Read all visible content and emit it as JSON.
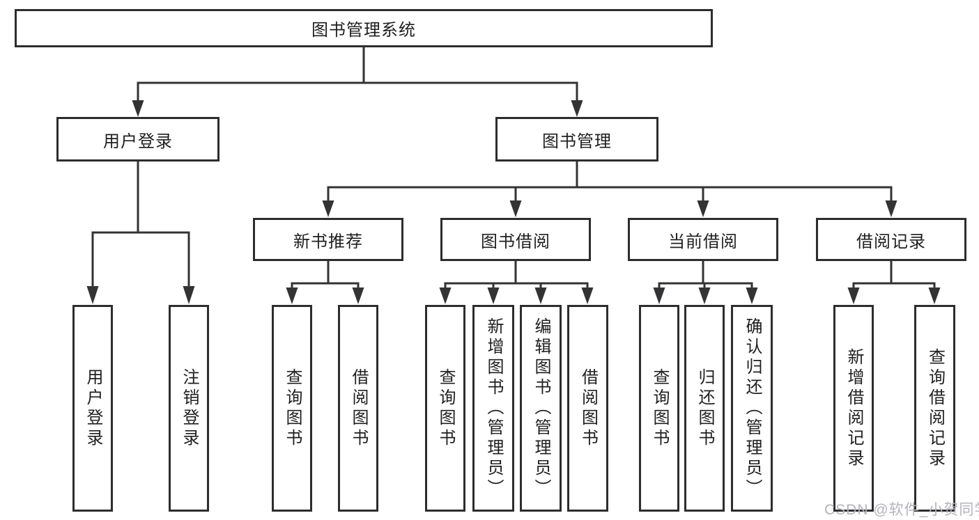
{
  "tree": {
    "root": {
      "label": "图书管理系统"
    },
    "branches": [
      {
        "label": "用户登录",
        "children": [
          {
            "label": "用户登录"
          },
          {
            "label": "注销登录"
          }
        ]
      },
      {
        "label": "图书管理",
        "children": [
          {
            "label": "新书推荐",
            "children": [
              {
                "label": "查询图书"
              },
              {
                "label": "借阅图书"
              }
            ]
          },
          {
            "label": "图书借阅",
            "children": [
              {
                "label": "查询图书"
              },
              {
                "label": "新增图书（管理员）"
              },
              {
                "label": "编辑图书（管理员）"
              },
              {
                "label": "借阅图书"
              }
            ]
          },
          {
            "label": "当前借阅",
            "children": [
              {
                "label": "查询图书"
              },
              {
                "label": "归还图书"
              },
              {
                "label": "确认归还（管理员）"
              }
            ]
          },
          {
            "label": "借阅记录",
            "children": [
              {
                "label": "新增借阅记录"
              },
              {
                "label": "查询借阅记录"
              }
            ]
          }
        ]
      }
    ]
  },
  "watermark": {
    "text": "CSDN @软件_小贺同学"
  },
  "colors": {
    "line": "#333335",
    "box_border": "#2d2d2f",
    "text": "#1f1f1f",
    "watermark": "#b3b3bd",
    "background": "#ffffff"
  }
}
